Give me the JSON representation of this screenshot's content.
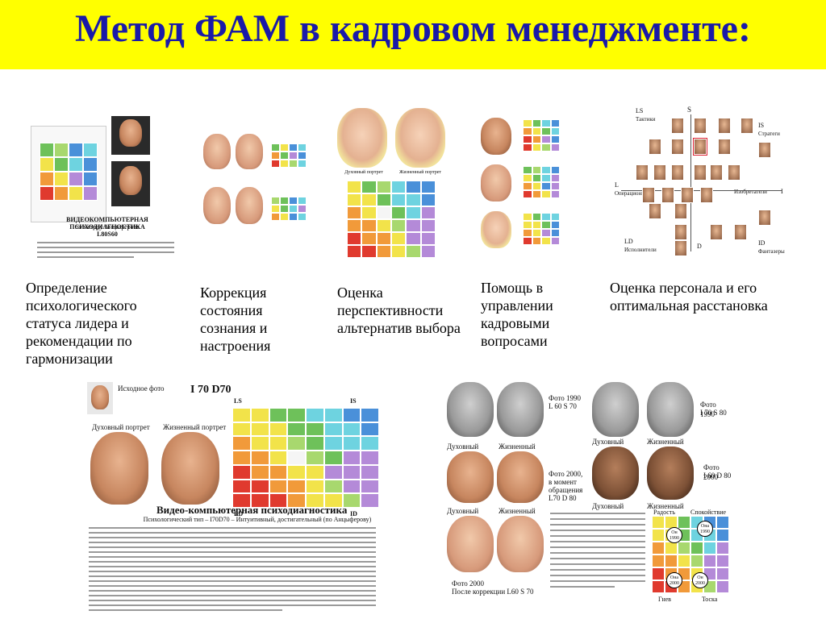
{
  "slide": {
    "title": "Метод ФАМ в кадровом менеджменте:"
  },
  "captions": {
    "c1": "Определение психологического статуса лидера и рекомендации по гармонизации",
    "c2": "Коррекция состояния сознания и настроения",
    "c3": "Оценка перспективности альтернатив выбора",
    "c4": "Помощь в управлении кадровыми вопросами",
    "c5": "Оценка персонала и его оптимальная расстановка"
  },
  "thumb1": {
    "heading": "ВИДЕОКОМПЬЮТЕРНАЯ ПСИХОДИАГНОСТИКА",
    "subheading": "по методу Анцыферова",
    "code": "L80S60"
  },
  "thumb3": {
    "label_left": "Духовный портрет",
    "label_right": "Жизненный портрет"
  },
  "thumb5": {
    "ls": "LS",
    "ls_name": "Тактики",
    "s": "S",
    "is": "IS",
    "is_name": "Стратеги",
    "l": "L",
    "l_name": "Операционист",
    "i": "I",
    "i_name": "Изобретатели",
    "ld": "LD",
    "ld_name": "Исполнители",
    "id": "ID",
    "id_name": "Фантазеры",
    "d": "D"
  },
  "panel_left": {
    "source_photo": "Исходное фото",
    "spiritual": "Духовный портрет",
    "life": "Жизненный портрет",
    "code": "I 70 D70",
    "heading": "Видео-компьютерная психодиагностика",
    "subheading": "Психологический тип – I70D70 – Интуитивный, достигательный (по Анцыферову)",
    "ls": "LS",
    "is": "IS",
    "ld": "LD",
    "id": "ID"
  },
  "panel_right": {
    "spiritual1": "Духовный",
    "life1": "Жизненный",
    "photo1": "Фото 1990",
    "code1": "L 60 S 70",
    "photo2a": "Фото 2000,",
    "photo2b": "в момент",
    "photo2c": "обращения",
    "code2": "L70 D 80",
    "spiritual2": "Духовный",
    "life2": "Жизненный",
    "photo3": "Фото 2000",
    "code3": "После коррекции L60 S 70",
    "spiritual3": "Духовный",
    "life3": "Жизненный",
    "photo4": "Фото 1990",
    "code4": "I 70 S 80",
    "spiritual4": "Духовный",
    "life4": "Жизненный",
    "photo5": "Фото 2000",
    "code5": "I 60 D 80",
    "radost": "Радость",
    "spokoistvie": "Спокойствие",
    "gnev": "Гнев",
    "toska": "Тоска",
    "oval1": "Он 1990",
    "oval2": "Она 1990",
    "oval3": "Она 2000",
    "oval4": "Он 2000"
  },
  "colors": {
    "header_bg": "#ffff00",
    "title": "#1a1aa8"
  }
}
